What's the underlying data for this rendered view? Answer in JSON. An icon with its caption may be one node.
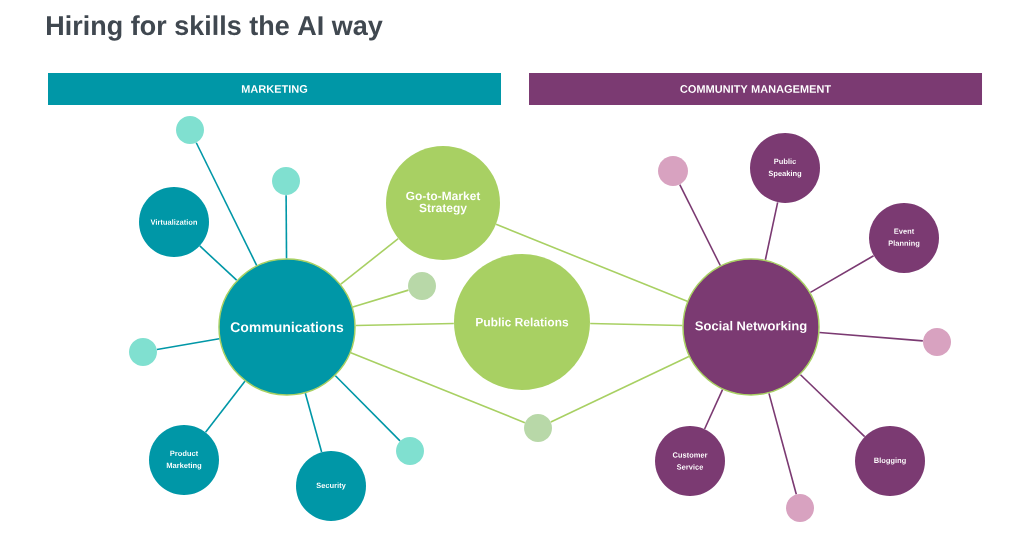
{
  "diagram": {
    "title": "Hiring for skills the AI way",
    "nodes": [
      {
        "text": [
          "MARKETING"
        ]
      },
      {
        "text": [
          "COMMUNITY MANAGEMENT"
        ]
      },
      {
        "text": [
          "Communications"
        ]
      },
      {
        "text": [],
        "shape": "circle"
      },
      {
        "text": [
          "Virtualization"
        ]
      },
      {
        "text": [],
        "shape": "circle"
      },
      {
        "text": [],
        "shape": "circle"
      },
      {
        "text": [
          "Product Marketing"
        ]
      },
      {
        "text": [
          "Security"
        ]
      },
      {
        "text": [],
        "shape": "circle"
      },
      {
        "text": [
          "Go-to-Market Strategy"
        ]
      },
      {
        "text": [],
        "shape": "circle"
      },
      {
        "text": [
          "Public Relations"
        ]
      },
      {
        "text": [],
        "shape": "circle"
      },
      {
        "text": [
          "Social Networking"
        ]
      },
      {
        "text": [],
        "shape": "circle"
      },
      {
        "text": [
          "Public Speaking"
        ]
      },
      {
        "text": [
          "Event Planning"
        ]
      },
      {
        "text": [],
        "shape": "circle"
      },
      {
        "text": [
          "Customer Service"
        ]
      },
      {
        "text": [
          "Blogging"
        ]
      },
      {
        "text": [],
        "shape": "circle"
      }
    ],
    "edges": [
      {
        "from": 2,
        "to": 3,
        "arrow": "none",
        "color": "#0097a7"
      },
      {
        "from": 2,
        "to": 4,
        "arrow": "none",
        "color": "#0097a7"
      },
      {
        "from": 2,
        "to": 5,
        "arrow": "none",
        "color": "#0097a7"
      },
      {
        "from": 2,
        "to": 6,
        "arrow": "none",
        "color": "#0097a7"
      },
      {
        "from": 2,
        "to": 7,
        "arrow": "none",
        "color": "#0097a7"
      },
      {
        "from": 2,
        "to": 8,
        "arrow": "none",
        "color": "#0097a7"
      },
      {
        "from": 2,
        "to": 9,
        "arrow": "none",
        "color": "#0097a7"
      },
      {
        "from": 2,
        "to": 10,
        "arrow": "none",
        "color": "#a8d063"
      },
      {
        "from": 2,
        "to": 11,
        "arrow": "none",
        "color": "#a8d063"
      },
      {
        "from": 2,
        "to": 12,
        "arrow": "none",
        "color": "#a8d063"
      },
      {
        "from": 2,
        "to": 13,
        "arrow": "none",
        "color": "#a8d063"
      },
      {
        "from": 10,
        "to": 14,
        "arrow": "none",
        "color": "#a8d063"
      },
      {
        "from": 12,
        "to": 14,
        "arrow": "none",
        "color": "#a8d063"
      },
      {
        "from": 13,
        "to": 14,
        "arrow": "none",
        "color": "#a8d063"
      },
      {
        "from": 14,
        "to": 15,
        "arrow": "none",
        "color": "#7b3a72"
      },
      {
        "from": 14,
        "to": 16,
        "arrow": "none",
        "color": "#7b3a72"
      },
      {
        "from": 14,
        "to": 17,
        "arrow": "none",
        "color": "#7b3a72"
      },
      {
        "from": 14,
        "to": 18,
        "arrow": "none",
        "color": "#7b3a72"
      },
      {
        "from": 14,
        "to": 19,
        "arrow": "none",
        "color": "#7b3a72"
      },
      {
        "from": 14,
        "to": 20,
        "arrow": "none",
        "color": "#7b3a72"
      },
      {
        "from": 14,
        "to": 21,
        "arrow": "none",
        "color": "#7b3a72"
      }
    ]
  }
}
